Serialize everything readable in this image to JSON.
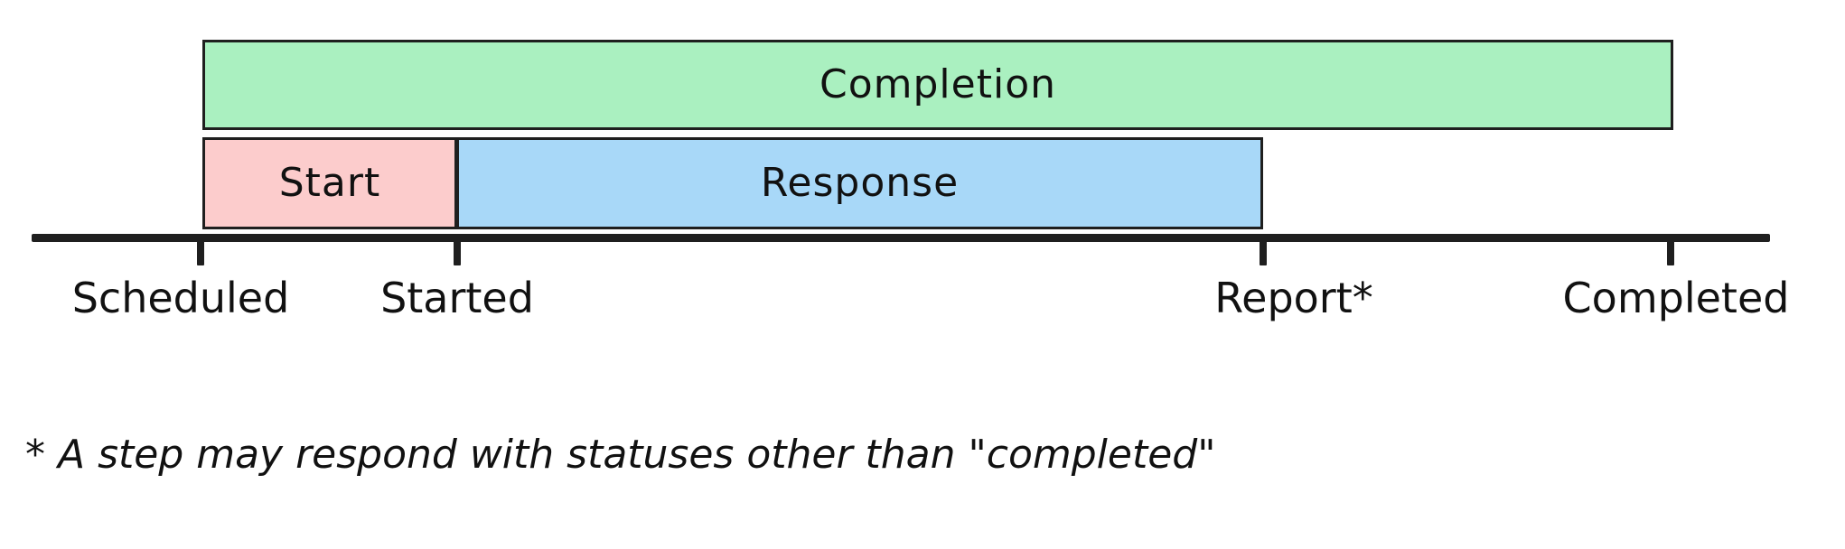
{
  "chart_data": {
    "type": "bar",
    "orientation": "horizontal",
    "title": "",
    "subtitle": "",
    "xlabel": "",
    "ylabel": "",
    "grid": false,
    "legend": "none",
    "axis_ticks": [
      {
        "label": "Scheduled",
        "x": 222
      },
      {
        "label": "Started",
        "x": 506
      },
      {
        "label": "Report*",
        "x": 1398
      },
      {
        "label": "Completed",
        "x": 1849
      }
    ],
    "xlim": [
      35,
      1959
    ],
    "rows": [
      {
        "row": 1,
        "segments": [
          {
            "label": "Completion",
            "start_tick": "Scheduled",
            "end_tick": "Completed",
            "x_start": 224,
            "x_end": 1852,
            "color": "#aaf0c0"
          }
        ]
      },
      {
        "row": 2,
        "segments": [
          {
            "label": "Start",
            "start_tick": "Scheduled",
            "end_tick": "Started",
            "x_start": 224,
            "x_end": 506,
            "color": "#fccccc"
          },
          {
            "label": "Response",
            "start_tick": "Started",
            "end_tick": "Report*",
            "x_start": 505,
            "x_end": 1398,
            "color": "#a8d8f8"
          }
        ]
      }
    ],
    "annotations": [
      "* A step may respond with statuses other than \"completed\""
    ]
  },
  "bars": {
    "completion": {
      "label": "Completion"
    },
    "start": {
      "label": "Start"
    },
    "response": {
      "label": "Response"
    }
  },
  "axis": {
    "ticks": [
      {
        "label": "Scheduled"
      },
      {
        "label": "Started"
      },
      {
        "label": "Report*"
      },
      {
        "label": "Completed"
      }
    ]
  },
  "footnote": {
    "text": "* A step may respond with statuses other than \"completed\""
  },
  "colors": {
    "completion_fill": "#aaf0c0",
    "start_fill": "#fccccc",
    "response_fill": "#a8d8f8",
    "stroke": "#1f1f1f",
    "text": "#111111",
    "background": "#ffffff"
  }
}
